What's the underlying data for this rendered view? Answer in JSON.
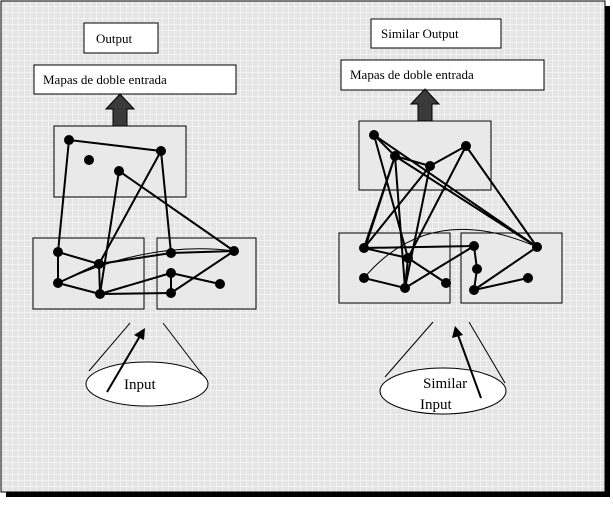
{
  "colors": {
    "background": "#e4e4e4",
    "grid": "#ffffff",
    "panel_fill": "#e9e9e9",
    "stroke": "#000000",
    "arrow_fill": "#3a3a3a",
    "shadow": "#000000"
  },
  "left": {
    "output_label": "Output",
    "maps_label": "Mapas de doble entrada",
    "input_label": "Input"
  },
  "right": {
    "output_label": "Similar Output",
    "maps_label": "Mapas de doble entrada",
    "input_label_line1": "Similar",
    "input_label_line2": "Input"
  }
}
